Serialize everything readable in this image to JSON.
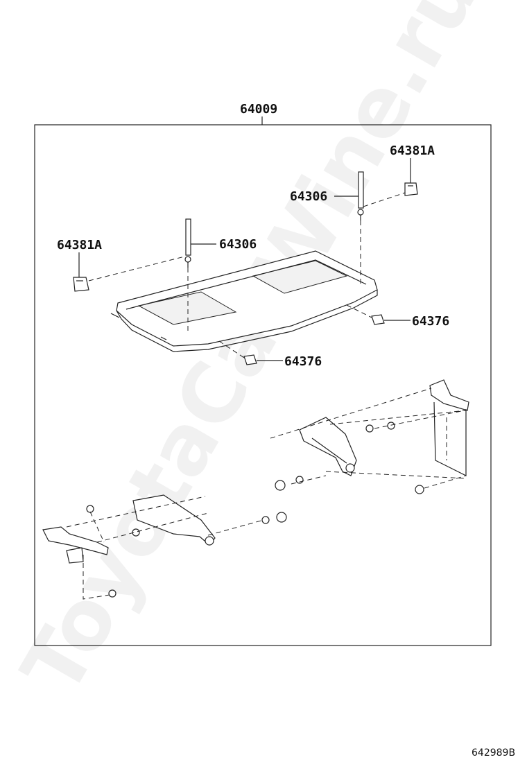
{
  "diagram": {
    "assembly_label": "64009",
    "part_labels": {
      "retainer_right": "64381A",
      "rod_right": "64306",
      "retainer_left": "64381A",
      "rod_left": "64306",
      "clip_right": "64376",
      "clip_center": "64376"
    },
    "diagram_code": "642989B",
    "watermark": "ToyotaCarWine.ru"
  }
}
